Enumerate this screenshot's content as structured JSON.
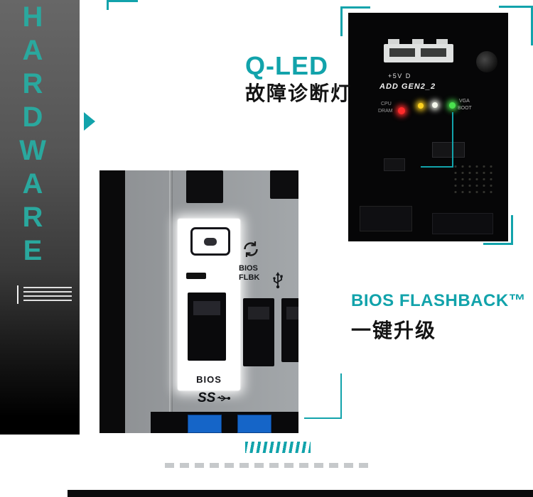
{
  "colors": {
    "accent": "#12a3ab",
    "hardware_title": "#2aa89e"
  },
  "sidebar": {
    "title": "HARDWARE"
  },
  "sections": {
    "qled": {
      "title": "Q-LED",
      "subtitle": "故障诊断灯"
    },
    "flashback": {
      "title": "BIOS FLASHBACK™",
      "subtitle": "一键升级"
    }
  },
  "board_photo": {
    "labels": {
      "power": "+5V D",
      "header": "ADD GEN2_2",
      "cpu": "CPU",
      "dram": "DRAM",
      "vga": "VGA",
      "boot": "BOOT"
    },
    "leds": [
      {
        "name": "cpu-led",
        "color": "#ff2b2b"
      },
      {
        "name": "dram-led",
        "color": "#ffd21f"
      },
      {
        "name": "vga-led",
        "color": "#f4f7ec"
      },
      {
        "name": "boot-led",
        "color": "#4ae24e"
      }
    ]
  },
  "io_panel": {
    "flashback_label_line1": "BIOS",
    "flashback_label_line2": "FLBK",
    "bios_port_label": "BIOS",
    "usb_speed_label": "SS"
  }
}
